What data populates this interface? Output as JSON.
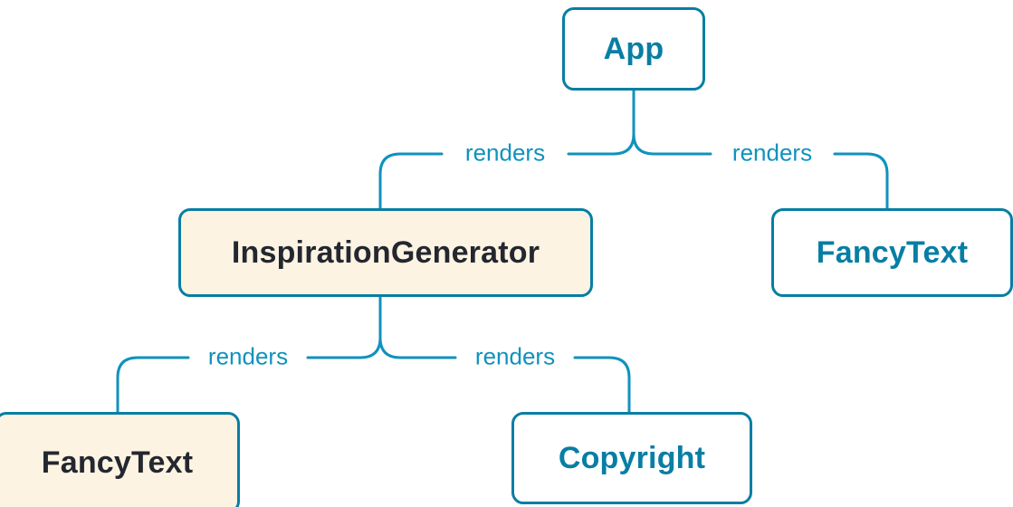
{
  "diagram": {
    "type": "component-render-tree",
    "colors": {
      "accent": "#087EA4",
      "connector": "#1092BE",
      "highlight_background": "#FDF3E3",
      "node_background": "#FFFFFF",
      "highlight_text": "#23272F"
    },
    "nodes": [
      {
        "id": "app",
        "label": "App",
        "variant": "default"
      },
      {
        "id": "inspiration-generator",
        "label": "InspirationGenerator",
        "variant": "highlight"
      },
      {
        "id": "fancy-text-right",
        "label": "FancyText",
        "variant": "default"
      },
      {
        "id": "fancy-text-left",
        "label": "FancyText",
        "variant": "highlight"
      },
      {
        "id": "copyright",
        "label": "Copyright",
        "variant": "default"
      }
    ],
    "edges": [
      {
        "from": "App",
        "to": "InspirationGenerator",
        "label": "renders"
      },
      {
        "from": "App",
        "to": "FancyText",
        "label": "renders"
      },
      {
        "from": "InspirationGenerator",
        "to": "FancyText",
        "label": "renders"
      },
      {
        "from": "InspirationGenerator",
        "to": "Copyright",
        "label": "renders"
      }
    ]
  }
}
